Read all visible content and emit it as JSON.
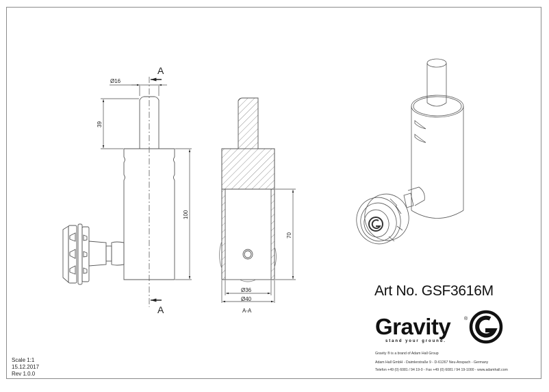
{
  "drawing": {
    "views": {
      "front": {
        "dimensions": {
          "pin_diameter": "Ø16",
          "pin_length": "39",
          "body_length": "100"
        },
        "section_marker_top": "A",
        "section_marker_bottom": "A"
      },
      "section": {
        "title": "A-A",
        "dimensions": {
          "bore_depth": "70",
          "inner_diameter": "Ø36",
          "outer_diameter": "Ø40"
        }
      },
      "isometric": {
        "description": "3D isometric view of adapter with knob"
      }
    }
  },
  "title_block": {
    "article_number": "Art No. GSF3616M",
    "logo": {
      "brand": "Gravity",
      "registered_mark": "®",
      "tagline": "stand your ground.",
      "icon": "gravity-g-logo-icon"
    },
    "company_lines": [
      "Gravity ® is a brand of Adam Hall Group",
      "Adam Hall GmbH - Daimlerstraße 9 - D-61267 Neu-Anspach - Germany",
      "Telefon +49 (0) 6081 / 94 19-0 - Fax +49 (0) 6081 / 94 19-1000 - www.adamhall.com"
    ],
    "scale": "Scale 1:1",
    "date": "15.12.2017",
    "revision": "Rev 1.0.0"
  },
  "colors": {
    "line": "#555555",
    "dark": "#111111",
    "border": "#8a8a8a"
  }
}
